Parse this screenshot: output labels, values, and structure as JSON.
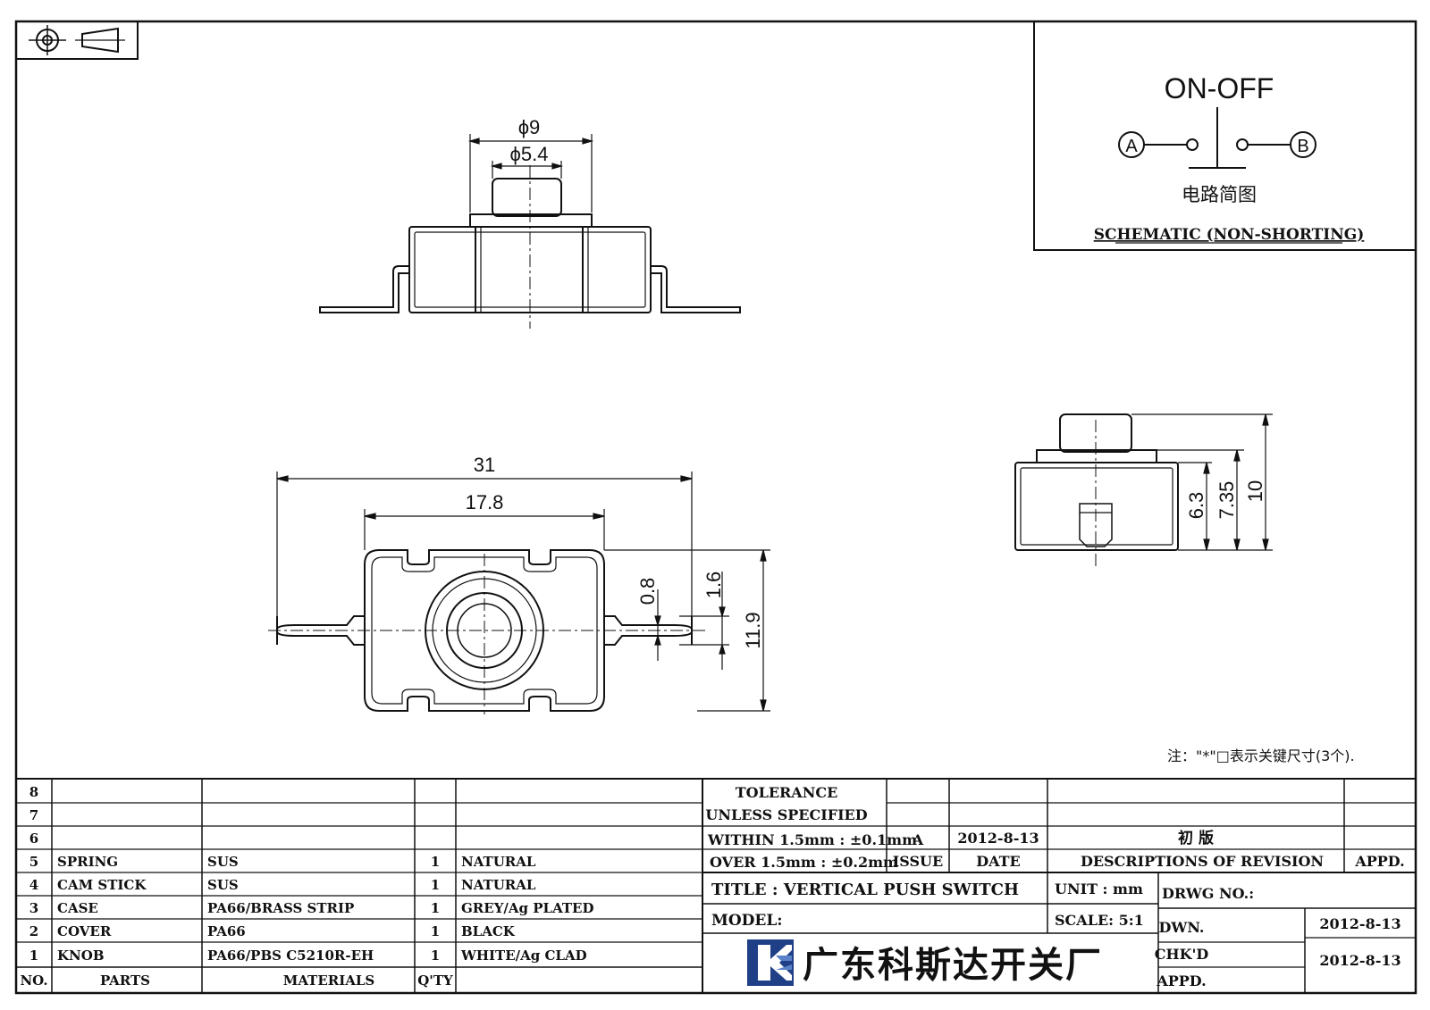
{
  "schematic": {
    "title": "ON-OFF",
    "terminal_a": "A",
    "terminal_b": "B",
    "caption_cn": "电路简图",
    "caption_en": "SCHEMATIC (NON-SHORTING)"
  },
  "dimensions": {
    "phi9": "ϕ9",
    "phi5_4": "ϕ5.4",
    "d31": "31",
    "d17_8": "17.8",
    "d0_8": "0.8",
    "d1_6": "1.6",
    "d11_9": "11.9",
    "d6_3": "6.3",
    "d7_35": "7.35",
    "d10": "10"
  },
  "note": "注：\"*\"□表示关键尺寸(3个).",
  "bom": {
    "rows": [
      {
        "no": "8",
        "part": "",
        "material": "",
        "qty": "",
        "finish": ""
      },
      {
        "no": "7",
        "part": "",
        "material": "",
        "qty": "",
        "finish": ""
      },
      {
        "no": "6",
        "part": "",
        "material": "",
        "qty": "",
        "finish": ""
      },
      {
        "no": "5",
        "part": "SPRING",
        "material": "SUS",
        "qty": "1",
        "finish": "NATURAL"
      },
      {
        "no": "4",
        "part": "CAM STICK",
        "material": "SUS",
        "qty": "1",
        "finish": "NATURAL"
      },
      {
        "no": "3",
        "part": "CASE",
        "material": "PA66/BRASS STRIP",
        "qty": "1",
        "finish": "GREY/Ag PLATED"
      },
      {
        "no": "2",
        "part": "COVER",
        "material": "PA66",
        "qty": "1",
        "finish": "BLACK"
      },
      {
        "no": "1",
        "part": "KNOB",
        "material": "PA66/PBS C5210R-EH",
        "qty": "1",
        "finish": "WHITE/Ag CLAD"
      }
    ],
    "headers": {
      "no": "NO.",
      "parts": "PARTS",
      "materials": "MATERIALS",
      "qty": "Q'TY"
    }
  },
  "title_block": {
    "tolerance_1": "TOLERANCE",
    "tolerance_2": "UNLESS  SPECIFIED",
    "within": "WITHIN 1.5mm : ±0.1mm",
    "over": "OVER 1.5mm : ±0.2mm",
    "issue_value": "A",
    "date_value": "2012-8-13",
    "revision_desc": "初  版",
    "issue_label": "ISSUE",
    "date_label": "DATE",
    "desc_label": "DESCRIPTIONS OF REVISION",
    "appd_label": "APPD.",
    "title": "TITLE :  VERTICAL PUSH SWITCH",
    "unit": "UNIT :  mm",
    "drwg_no": "DRWG NO.:",
    "model": "MODEL:",
    "scale": "SCALE:  5:1",
    "company": "广东科斯达开关厂",
    "dwn": "DWN.",
    "dwn_date": "2012-8-13",
    "chkd": "CHK'D",
    "chkd_date": "2012-8-13",
    "appd2": "APPD."
  }
}
